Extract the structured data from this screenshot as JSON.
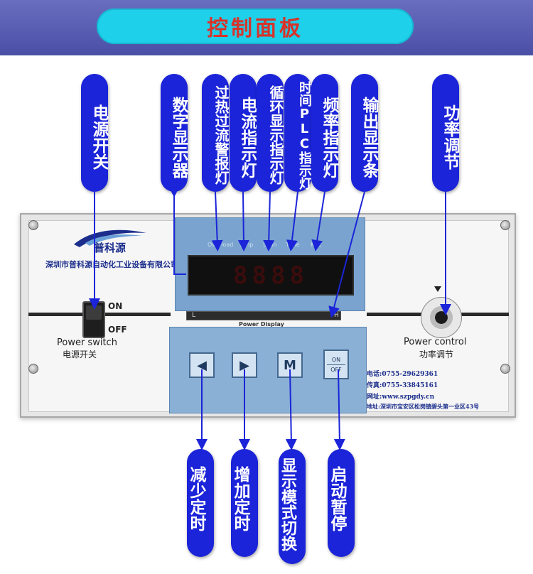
{
  "header": {
    "title": "控制面板"
  },
  "callouts": {
    "power_switch": "电源开关",
    "digital_display": "数字显示器",
    "overheat_alarm": "过热过流警报灯",
    "current_light": "电流指示灯",
    "cycle_light": "循环显示指示灯",
    "time_plc_light": "时间PLC指示灯",
    "frequency_light": "频率指示灯",
    "output_bar": "输出显示条",
    "power_adjust": "功率调节",
    "decrease_time": "减少定时",
    "increase_time": "增加定时",
    "display_mode": "显示模式切换",
    "start_pause": "启动暂停"
  },
  "panel": {
    "logo_name": "普科源",
    "company_name": "深圳市普科源自动化工业设备有限公司",
    "indicators": [
      "Overload",
      "Amp",
      "Scan",
      "Time",
      "KHz"
    ],
    "display_digits": "8888",
    "bar_low": "L",
    "bar_high": "H",
    "bar_caption": "Power Display",
    "switch_on": "ON",
    "switch_off": "OFF",
    "switch_label_en": "Power switch",
    "switch_label_cn": "电源开关",
    "key_left": "◀",
    "key_right": "▶",
    "key_mode": "M",
    "key_on": "ON",
    "key_off": "OFF",
    "power_label_en": "Power control",
    "power_label_cn": "功率调节",
    "contact": {
      "phone": "电话:0755-29629361",
      "fax": "传真:0755-33845161",
      "web": "网址:www.szpgdy.cn",
      "address": "地址:深圳市宝安区松岗镇碧头第一业区43号"
    }
  },
  "colors": {
    "header_band": "#5a5eb4",
    "header_pill": "#1fd0ea",
    "title": "#d8332a",
    "callout": "#1b24d8",
    "display_panel": "#7aa4cf"
  }
}
